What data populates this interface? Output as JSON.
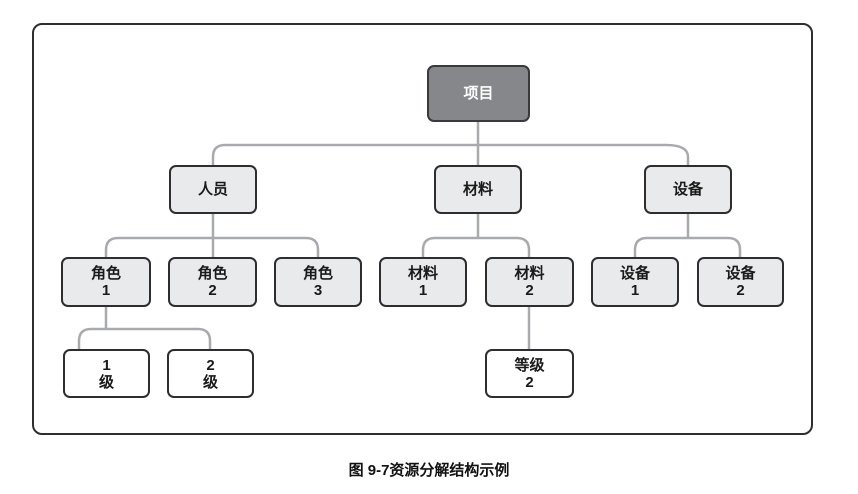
{
  "figure": {
    "caption": "图 9-7资源分解结构示例"
  },
  "colors": {
    "root_fill": "#85878a",
    "root_text": "#ffffff",
    "branch_fill": "#e9eaeb",
    "leaf_fill": "#ffffff",
    "node_border": "#2e2e30",
    "connector": "#a8aaad",
    "frame_border": "#2e2e30"
  },
  "nodes": {
    "project": "项目",
    "personnel": "人员",
    "material": "材料",
    "equipment": "设备",
    "role1": "角色\n1",
    "role2": "角色\n2",
    "role3": "角色\n3",
    "material1": "材料\n1",
    "material2": "材料\n2",
    "equipment1": "设备\n1",
    "equipment2": "设备\n2",
    "grade1": "1\n级",
    "grade2": "2\n级",
    "level2": "等级\n2"
  },
  "hierarchy": {
    "label": "项目",
    "children": [
      {
        "label": "人员",
        "children": [
          {
            "label": "角色 1",
            "children": [
              {
                "label": "1 级"
              },
              {
                "label": "2 级"
              }
            ]
          },
          {
            "label": "角色 2"
          },
          {
            "label": "角色 3"
          }
        ]
      },
      {
        "label": "材料",
        "children": [
          {
            "label": "材料 1"
          },
          {
            "label": "材料 2",
            "children": [
              {
                "label": "等级 2"
              }
            ]
          }
        ]
      },
      {
        "label": "设备",
        "children": [
          {
            "label": "设备 1"
          },
          {
            "label": "设备 2"
          }
        ]
      }
    ]
  }
}
